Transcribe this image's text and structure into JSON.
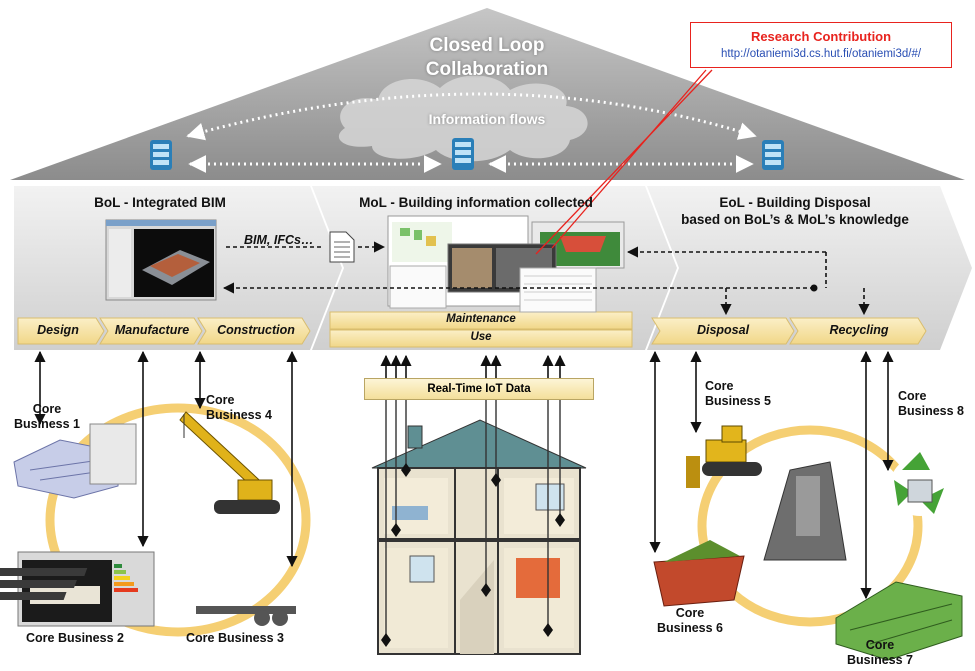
{
  "roof": {
    "title_line1": "Closed Loop",
    "title_line2": "Collaboration",
    "info_flows": "Information flows"
  },
  "research": {
    "title": "Research Contribution",
    "url": "http://otaniemi3d.cs.hut.fi/otaniemi3d/#/"
  },
  "phases": {
    "bol": {
      "title": "BoL - Integrated BIM",
      "tabs": [
        "Design",
        "Manufacture",
        "Construction"
      ]
    },
    "mol": {
      "title": "MoL - Building information collected",
      "tabs": [
        "Maintenance",
        "Use"
      ]
    },
    "eol": {
      "title_line1": "EoL - Building Disposal",
      "title_line2": "based on BoL’s & MoL’s knowledge",
      "tabs": [
        "Disposal",
        "Recycling"
      ]
    }
  },
  "bim_label": "BIM, IFCs…",
  "iot_label": "Real-Time IoT Data",
  "core_businesses": [
    {
      "line1": "Core",
      "line2": "Business 1"
    },
    {
      "line1": "Core Business 2",
      "line2": ""
    },
    {
      "line1": "Core Business 3",
      "line2": ""
    },
    {
      "line1": "Core",
      "line2": "Business 4"
    },
    {
      "line1": "Core",
      "line2": "Business 5"
    },
    {
      "line1": "Core",
      "line2": "Business 6"
    },
    {
      "line1": "Core",
      "line2": "Business 7"
    },
    {
      "line1": "Core",
      "line2": "Business 8"
    }
  ],
  "colors": {
    "roof_gray": "#9a9a9a",
    "band_gray": "#dcdcdc",
    "tab_yellow": "#f6e2a3",
    "circle_yellow": "#f5cf73",
    "accent_red": "#e8231e",
    "link_blue": "#2a4fb4"
  }
}
